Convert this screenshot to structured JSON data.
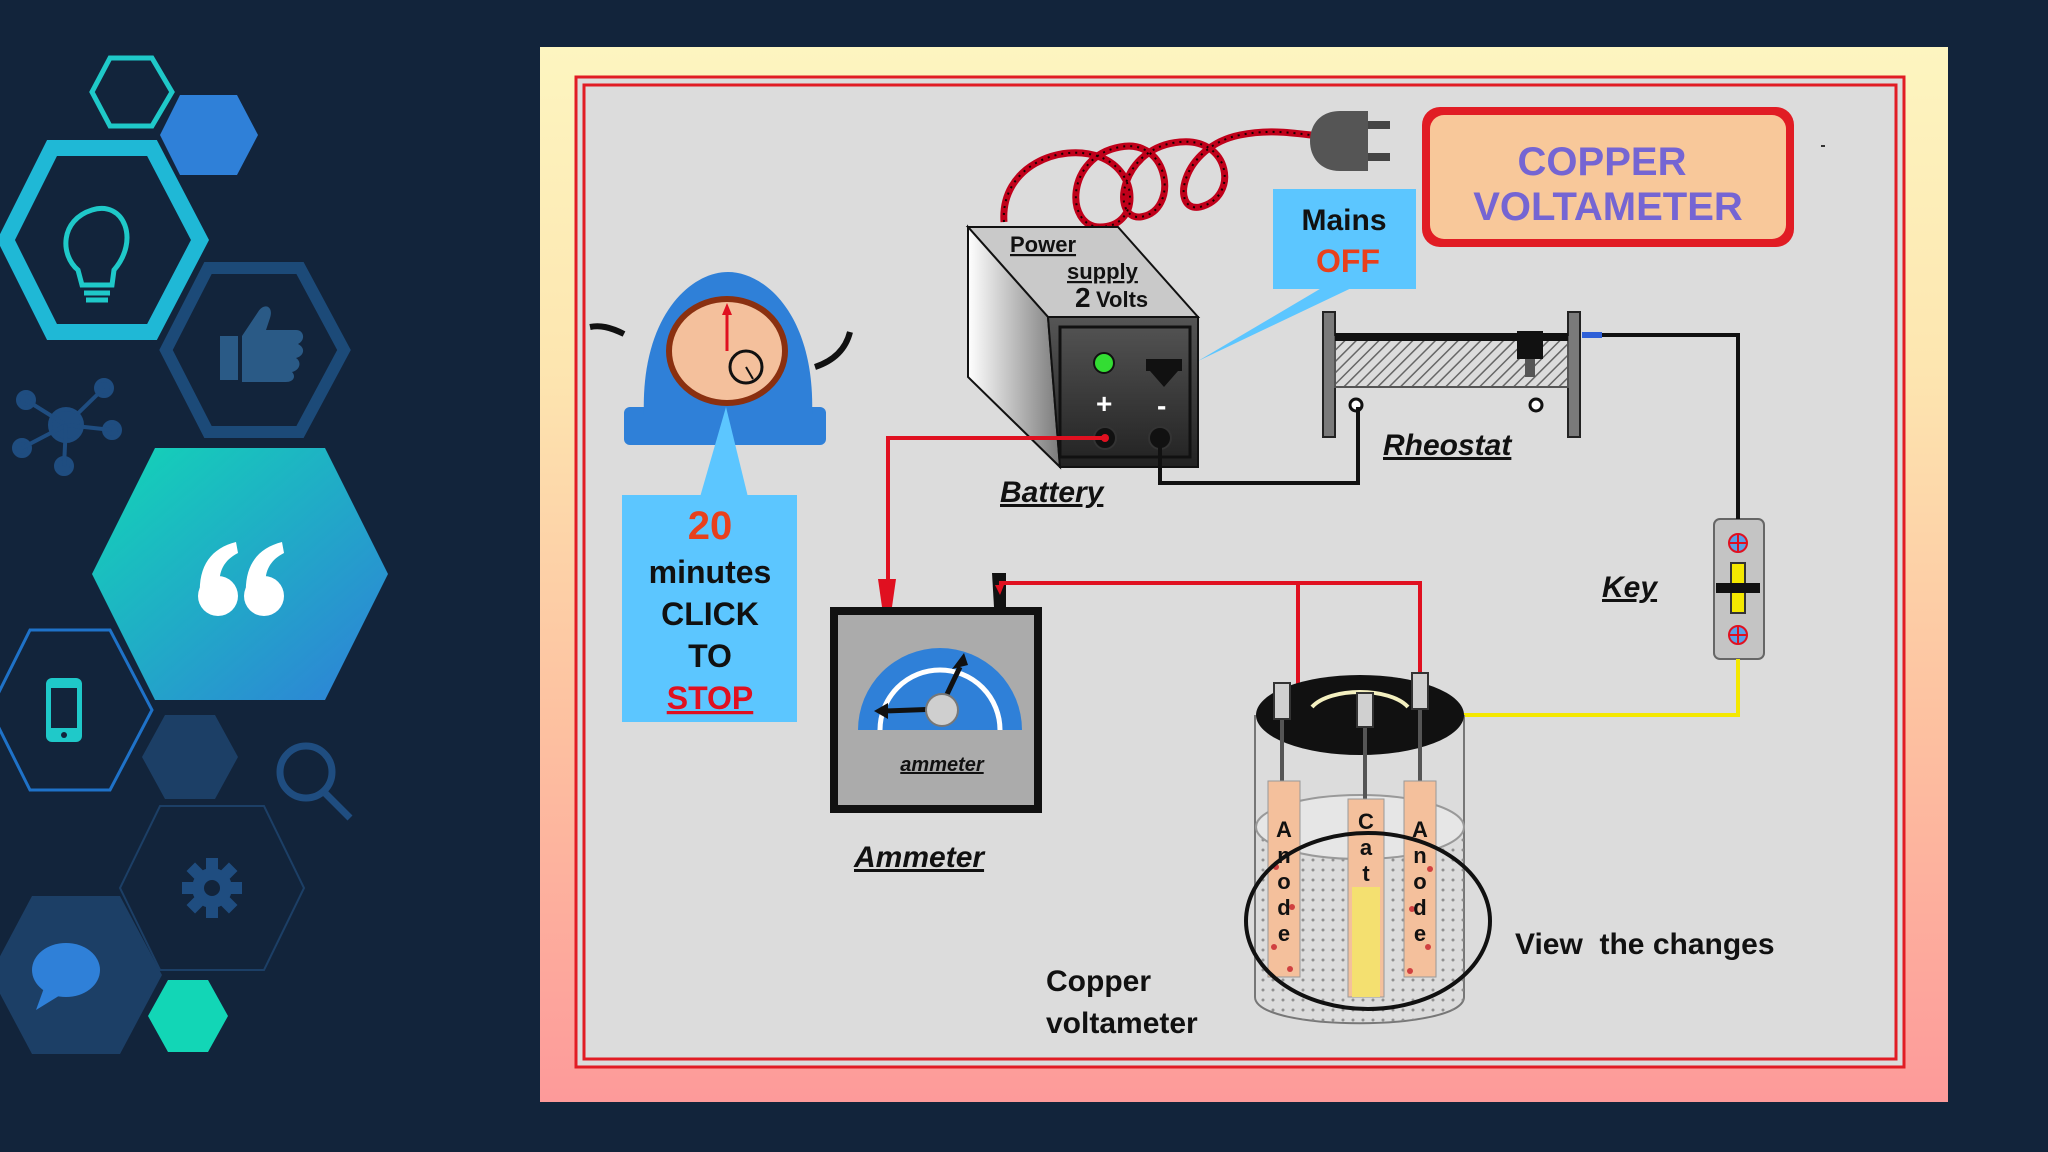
{
  "title": {
    "line1": "COPPER",
    "line2": "VOLTAMETER"
  },
  "mains": {
    "label": "Mains",
    "state": "OFF"
  },
  "timer": {
    "minutes_value": "20",
    "line2": "minutes",
    "line3": "CLICK",
    "line4": "TO",
    "stop_label": "STOP"
  },
  "power_supply": {
    "line1": "Power",
    "line2": "supply",
    "volts_value": "2",
    "volts_unit": "Volts",
    "plus": "+",
    "minus": "-"
  },
  "labels": {
    "battery": "Battery",
    "rheostat": "Rheostat",
    "key": "Key",
    "ammeter": "Ammeter",
    "ammeter_face": "ammeter",
    "copper_voltameter_line1": "Copper",
    "copper_voltameter_line2": "voltameter",
    "view_changes": "View  the changes"
  },
  "electrodes": {
    "anode_left": [
      "A",
      "n",
      "o",
      "d",
      "e"
    ],
    "cathode": [
      "C",
      "a",
      "t"
    ],
    "anode_right": [
      "A",
      "n",
      "o",
      "d",
      "e"
    ]
  },
  "sidebar_icons": [
    "lightbulb-icon",
    "thumbs-up-icon",
    "network-icon",
    "quote-icon",
    "smartphone-icon",
    "search-icon",
    "gear-icon",
    "chat-bubble-icon"
  ],
  "colors": {
    "background": "#12243b",
    "accent_cyan": "#1fc9c9",
    "accent_blue": "#2f80d8",
    "title_text": "#7565d3",
    "title_box": "#f8c89a",
    "wire_red": "#e01020",
    "wire_yellow": "#f4f000",
    "callout_blue": "#5cc6ff"
  }
}
